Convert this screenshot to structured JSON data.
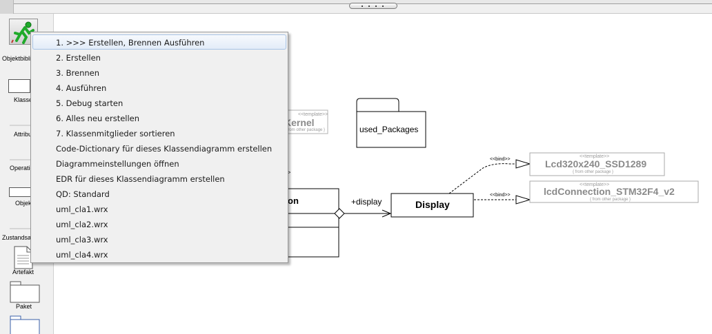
{
  "palette": {
    "items": [
      {
        "label": "Objektbibliothek"
      },
      {
        "label": "Klasse"
      },
      {
        "label": "Attribut"
      },
      {
        "label": "Operation"
      },
      {
        "label": "Objekt"
      },
      {
        "label": "Zustandsautomat"
      },
      {
        "label": "Artefakt"
      },
      {
        "label": "Paket"
      }
    ]
  },
  "diagram": {
    "stereotype_template": "<<template>>",
    "kernel_name": "Kernel",
    "kernel_sub": "{ from other package }",
    "used_packages": "used_Packages",
    "stereo_fragment": ">>",
    "class_fragment": "on",
    "display_class": "Display",
    "assoc_label": "+display",
    "bind_label": "<<bind>>",
    "lcd_template_name": "Lcd320x240_SSD1289",
    "lcd_template_sub": "{ from other package }",
    "conn_template_name": "lcdConnection_STM32F4_v2",
    "conn_template_sub": "{ from other package }"
  },
  "context_menu": {
    "items": [
      {
        "label": "1. >>> Erstellen, Brennen  Ausführen",
        "active": true
      },
      {
        "label": "2. Erstellen"
      },
      {
        "label": "3. Brennen"
      },
      {
        "label": "4. Ausführen"
      },
      {
        "label": "5. Debug starten"
      },
      {
        "label": "6. Alles neu erstellen"
      },
      {
        "label": "7. Klassenmitglieder sortieren"
      },
      {
        "label": "Code-Dictionary für dieses Klassendiagramm erstellen"
      },
      {
        "label": "Diagrammeinstellungen öffnen"
      },
      {
        "label": "EDR für dieses Klassendiagramm erstellen"
      },
      {
        "label": "QD: Standard"
      },
      {
        "label": "uml_cla1.wrx"
      },
      {
        "label": "uml_cla2.wrx"
      },
      {
        "label": "uml_cla3.wrx"
      },
      {
        "label": "uml_cla4.wrx"
      }
    ]
  },
  "icons": {
    "run": "running-man-icon",
    "splitter": "splitter-grip-icon"
  }
}
